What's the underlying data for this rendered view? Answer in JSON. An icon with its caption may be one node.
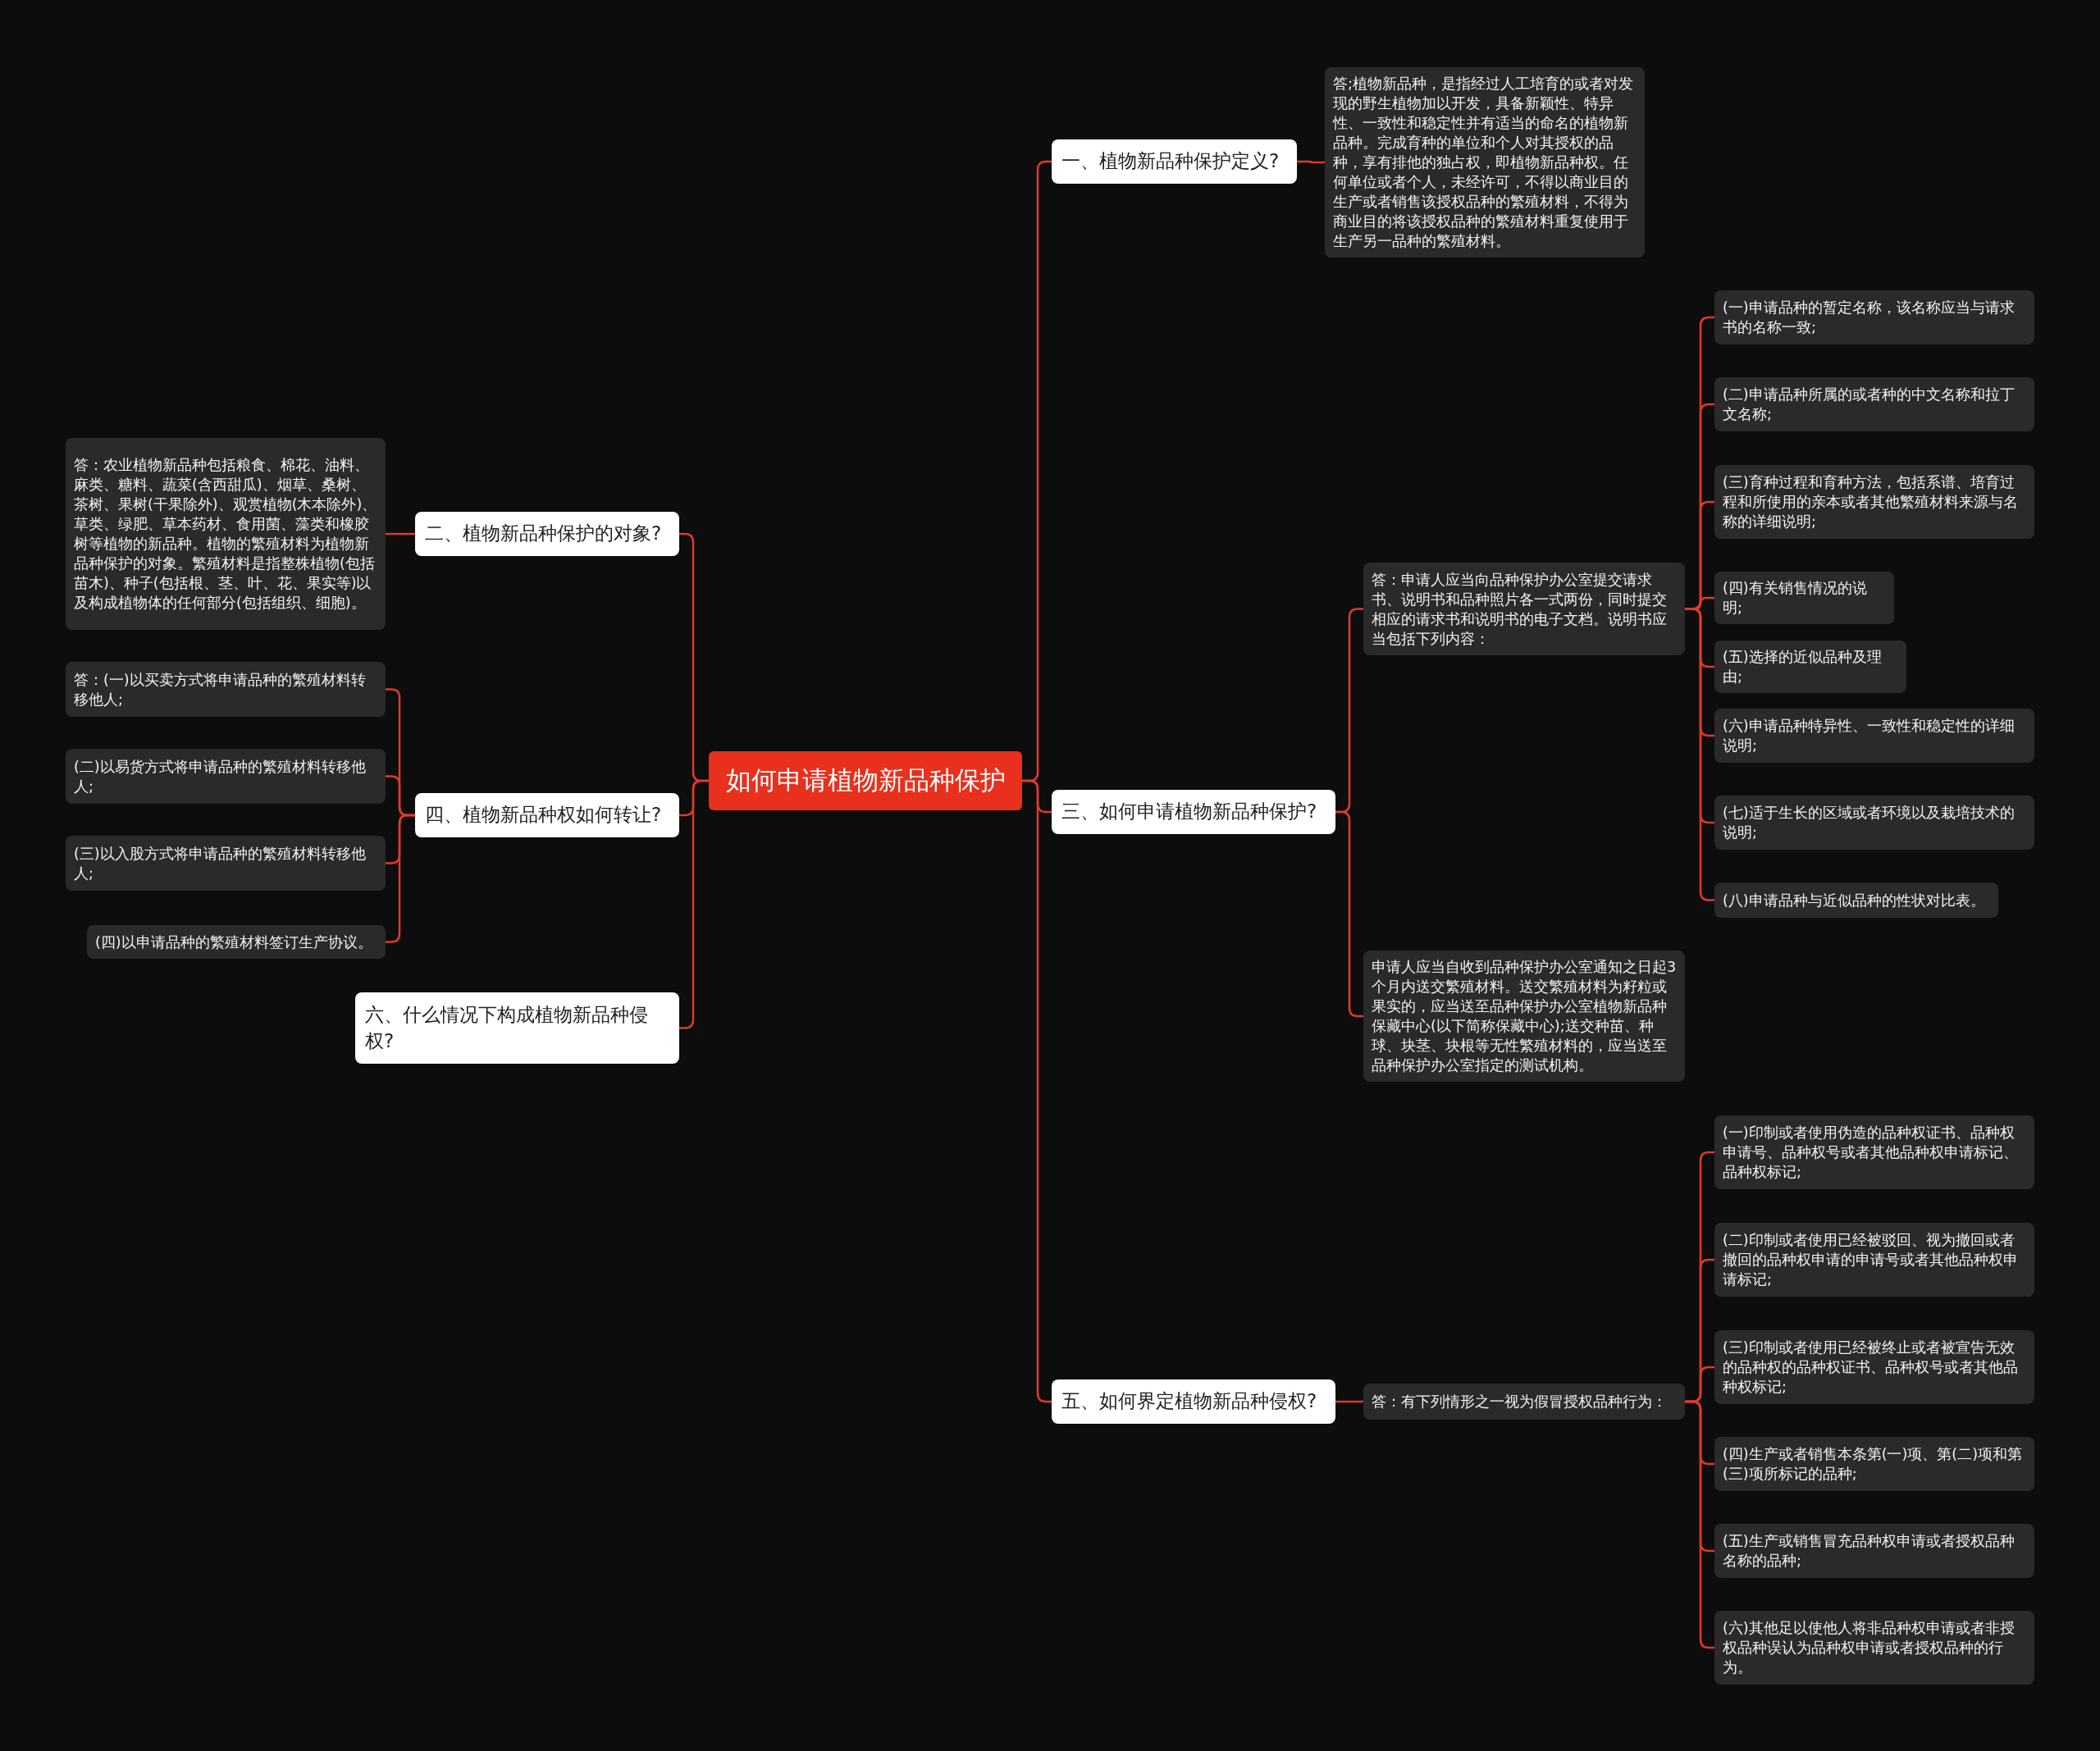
{
  "diagram": {
    "nodes": [
      {
        "text": [
          "如何申请植物新品种保护"
        ]
      },
      {
        "text": [
          "一、植物新品种保护定义?"
        ]
      },
      {
        "text": [
          "答;植物新品种，是指经过人工培育的或者对发现的野生植物加以开发，具备新颖性、特异性、一致性和稳定性并有适当的命名的植物新品种。完成育种的单位和个人对其授权的品种，享有排他的独占权，即植物新品种权。任何单位或者个人，未经许可，不得以商业目的生产或者销售该授权品种的繁殖材料，不得为商业目的将该授权品种的繁殖材料重复使用于生产另一品种的繁殖材料。"
        ]
      },
      {
        "text": [
          "三、如何申请植物新品种保护?"
        ]
      },
      {
        "text": [
          "答：申请人应当向品种保护办公室提交请求书、说明书和品种照片各一式两份，同时提交相应的请求书和说明书的电子文档。说明书应当包括下列内容："
        ]
      },
      {
        "text": [
          "(一)申请品种的暂定名称，该名称应当与请求书的名称一致;"
        ]
      },
      {
        "text": [
          "(二)申请品种所属的或者种的中文名称和拉丁文名称;"
        ]
      },
      {
        "text": [
          "(三)育种过程和育种方法，包括系谱、培育过程和所使用的亲本或者其他繁殖材料来源与名称的详细说明;"
        ]
      },
      {
        "text": [
          "(四)有关销售情况的说明;"
        ]
      },
      {
        "text": [
          "(五)选择的近似品种及理由;"
        ]
      },
      {
        "text": [
          "(六)申请品种特异性、一致性和稳定性的详细说明;"
        ]
      },
      {
        "text": [
          "(七)适于生长的区域或者环境以及栽培技术的说明;"
        ]
      },
      {
        "text": [
          "(八)申请品种与近似品种的性状对比表。"
        ]
      },
      {
        "text": [
          "申请人应当自收到品种保护办公室通知之日起3个月内送交繁殖材料。送交繁殖材料为籽粒或果实的，应当送至品种保护办公室植物新品种保藏中心(以下简称保藏中心);送交种苗、种球、块茎、块根等无性繁殖材料的，应当送至品种保护办公室指定的测试机构。"
        ]
      },
      {
        "text": [
          "五、如何界定植物新品种侵权?"
        ]
      },
      {
        "text": [
          "答：有下列情形之一视为假冒授权品种行为："
        ]
      },
      {
        "text": [
          "(一)印制或者使用伪造的品种权证书、品种权申请号、品种权号或者其他品种权申请标记、品种权标记;"
        ]
      },
      {
        "text": [
          "(二)印制或者使用已经被驳回、视为撤回或者撤回的品种权申请的申请号或者其他品种权申请标记;"
        ]
      },
      {
        "text": [
          "(三)印制或者使用已经被终止或者被宣告无效的品种权的品种权证书、品种权号或者其他品种权标记;"
        ]
      },
      {
        "text": [
          "(四)生产或者销售本条第(一)项、第(二)项和第(三)项所标记的品种;"
        ]
      },
      {
        "text": [
          "(五)生产或销售冒充品种权申请或者授权品种名称的品种;"
        ]
      },
      {
        "text": [
          "(六)其他足以使他人将非品种权申请或者非授权品种误认为品种权申请或者授权品种的行为。"
        ]
      },
      {
        "text": [
          "二、植物新品种保护的对象?"
        ]
      },
      {
        "text": [
          "答：农业植物新品种包括粮食、棉花、油料、麻类、糖料、蔬菜(含西甜瓜)、烟草、桑树、茶树、果树(干果除外)、观赏植物(木本除外)、草类、绿肥、草本药材、食用菌、藻类和橡胶树等植物的新品种。植物的繁殖材料为植物新品种保护的对象。繁殖材料是指整株植物(包括苗木)、种子(包括根、茎、叶、花、果实等)以及构成植物体的任何部分(包括组织、细胞)。"
        ]
      },
      {
        "text": [
          "四、植物新品种权如何转让?"
        ]
      },
      {
        "text": [
          "答：(一)以买卖方式将申请品种的繁殖材料转移他人;"
        ]
      },
      {
        "text": [
          "(二)以易货方式将申请品种的繁殖材料转移他人;"
        ]
      },
      {
        "text": [
          "(三)以入股方式将申请品种的繁殖材料转移他人;"
        ]
      },
      {
        "text": [
          "(四)以申请品种的繁殖材料签订生产协议。"
        ]
      },
      {
        "text": [
          "六、什么情况下构成植物新品种侵权?"
        ]
      }
    ],
    "edges": [
      {
        "from": 0,
        "to": 1,
        "arrow": "none"
      },
      {
        "from": 1,
        "to": 2,
        "arrow": "none"
      },
      {
        "from": 0,
        "to": 3,
        "arrow": "none"
      },
      {
        "from": 3,
        "to": 4,
        "arrow": "none"
      },
      {
        "from": 4,
        "to": 5,
        "arrow": "none"
      },
      {
        "from": 4,
        "to": 6,
        "arrow": "none"
      },
      {
        "from": 4,
        "to": 7,
        "arrow": "none"
      },
      {
        "from": 4,
        "to": 8,
        "arrow": "none"
      },
      {
        "from": 4,
        "to": 9,
        "arrow": "none"
      },
      {
        "from": 4,
        "to": 10,
        "arrow": "none"
      },
      {
        "from": 4,
        "to": 11,
        "arrow": "none"
      },
      {
        "from": 4,
        "to": 12,
        "arrow": "none"
      },
      {
        "from": 3,
        "to": 13,
        "arrow": "none"
      },
      {
        "from": 0,
        "to": 14,
        "arrow": "none"
      },
      {
        "from": 14,
        "to": 15,
        "arrow": "none"
      },
      {
        "from": 15,
        "to": 16,
        "arrow": "none"
      },
      {
        "from": 15,
        "to": 17,
        "arrow": "none"
      },
      {
        "from": 15,
        "to": 18,
        "arrow": "none"
      },
      {
        "from": 15,
        "to": 19,
        "arrow": "none"
      },
      {
        "from": 15,
        "to": 20,
        "arrow": "none"
      },
      {
        "from": 15,
        "to": 21,
        "arrow": "none"
      },
      {
        "from": 0,
        "to": 22,
        "arrow": "none"
      },
      {
        "from": 22,
        "to": 23,
        "arrow": "none"
      },
      {
        "from": 0,
        "to": 24,
        "arrow": "none"
      },
      {
        "from": 24,
        "to": 25,
        "arrow": "none"
      },
      {
        "from": 24,
        "to": 26,
        "arrow": "none"
      },
      {
        "from": 24,
        "to": 27,
        "arrow": "none"
      },
      {
        "from": 24,
        "to": 28,
        "arrow": "none"
      },
      {
        "from": 0,
        "to": 29,
        "arrow": "none"
      }
    ]
  }
}
